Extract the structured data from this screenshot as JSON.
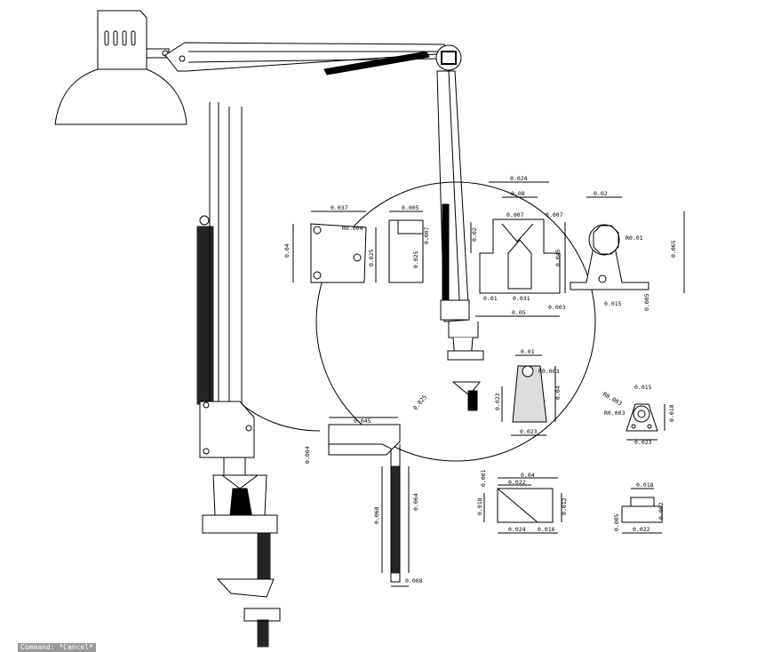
{
  "labels": {
    "top_left_view": {
      "width": "0.037",
      "radius": "R0.004",
      "height": "0.04",
      "inner": "0.025"
    },
    "side_view": {
      "width": "0.005",
      "height_a": "0.007",
      "height_b": "0.025"
    },
    "base_front": {
      "top": "0.024",
      "mid": "0.08",
      "neck": "0.007",
      "side": "0.007",
      "height": "0.045",
      "left_gap": "0.01",
      "inner": "0.031",
      "small": "0.003",
      "base": "0.05",
      "left_h": "0.02"
    },
    "base_side": {
      "width": "0.02",
      "radius": "R0.01",
      "height": "0.065",
      "foot": "0.015",
      "foot_h": "0.005"
    },
    "clamp_block": {
      "top": "0.01",
      "hole": "R0.003",
      "mid_h": "0.023",
      "height": "0.04",
      "base": "0.023"
    },
    "triangle_view": {
      "top": "0.015",
      "r1": "R0.003",
      "r2": "R0.003",
      "height": "0.018",
      "base": "0.023"
    },
    "wedge_view": {
      "top": "0.04",
      "gap": "0.001",
      "inner": "0.022",
      "left_h": "0.018",
      "right_h": "0.012",
      "bot_a": "0.024",
      "bot_b": "0.016"
    },
    "small_block": {
      "top": "0.018",
      "left_h": "0.005",
      "right_h": "0.002",
      "base": "0.022"
    },
    "rod_view": {
      "top": "0.045",
      "angle": "0.025",
      "thick": "0.004",
      "len_a": "0.068",
      "len_b": "0.064",
      "base": "0.008"
    }
  },
  "command_line": "Command: *Cancel*"
}
